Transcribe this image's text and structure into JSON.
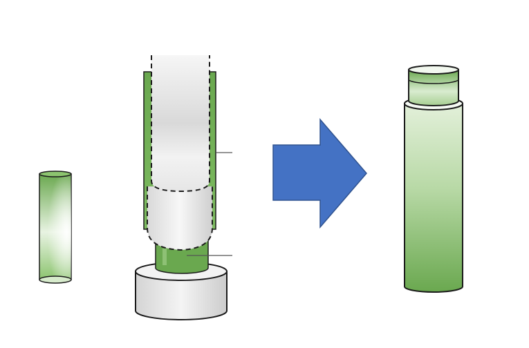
{
  "diagram": {
    "panels": [
      "small-green-tube",
      "press-assembly",
      "arrow",
      "result-tube"
    ],
    "colors": {
      "green_dark": "#6aa84f",
      "green_light": "#e8f3e2",
      "gray_light": "#f4f4f4",
      "gray_mid": "#d6d6d6",
      "outline": "#1a1a1a",
      "arrow_fill": "#4472c4",
      "arrow_stroke": "#2f528f",
      "leader_line": "#555555"
    }
  }
}
